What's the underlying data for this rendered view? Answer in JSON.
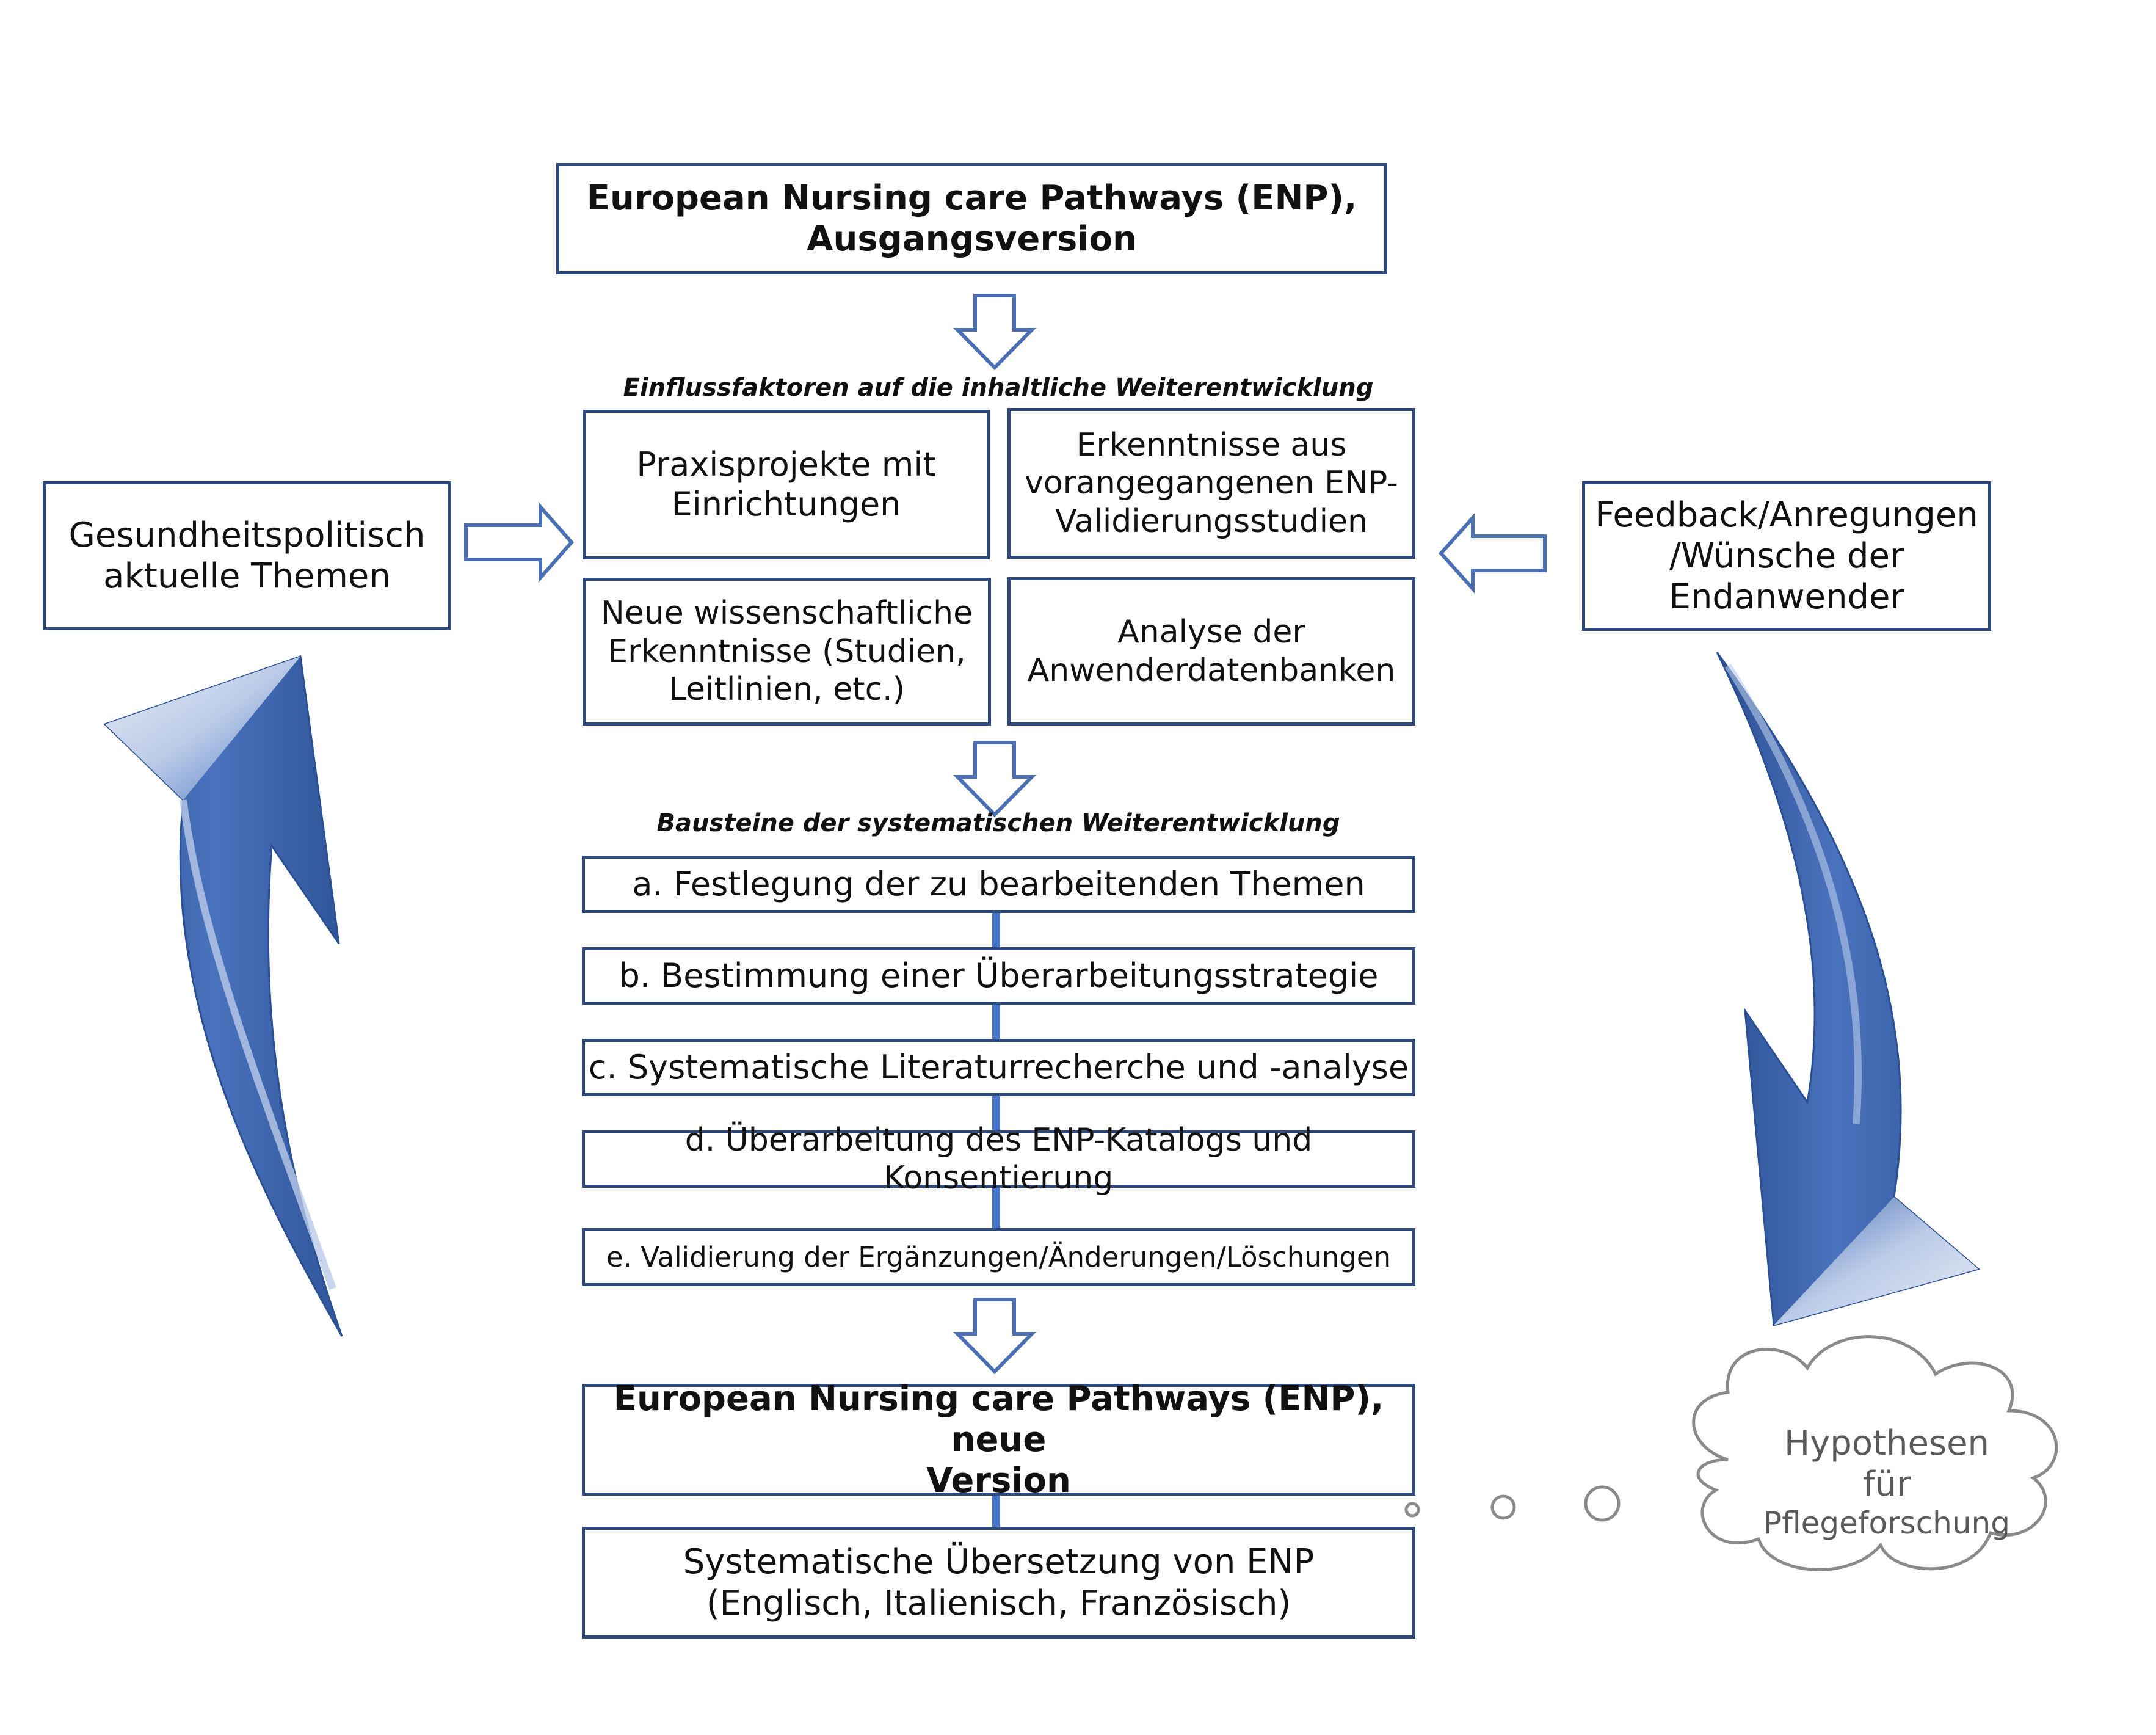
{
  "diagram": {
    "top_box": {
      "line1": "European Nursing care Pathways (ENP),",
      "line2": "Ausgangsversion"
    },
    "influence_label": "Einflussfaktoren auf die inhaltliche Weiterentwicklung",
    "influence_boxes": {
      "praxis": {
        "line1": "Praxisprojekte mit",
        "line2": "Einrichtungen"
      },
      "erkenntnisse": {
        "line1": "Erkenntnisse aus",
        "line2": "vorangegangenen ENP-",
        "line3": "Validierungsstudien"
      },
      "wissenschaft": {
        "line1": "Neue wissenschaftliche",
        "line2": "Erkenntnisse (Studien,",
        "line3": "Leitlinien, etc.)"
      },
      "analyse": {
        "line1": "Analyse der",
        "line2": "Anwenderdatenbanken"
      }
    },
    "left_box": {
      "line1": "Gesundheitspolitisch",
      "line2": "aktuelle Themen"
    },
    "right_box": {
      "line1": "Feedback/Anregungen",
      "line2": "/Wünsche der",
      "line3": "Endanwender"
    },
    "building_label": "Bausteine der systematischen Weiterentwicklung",
    "steps": {
      "a": "a. Festlegung der zu bearbeitenden Themen",
      "b": "b. Bestimmung einer Überarbeitungsstrategie",
      "c": "c. Systematische Literaturrecherche und -analyse",
      "d": "d. Überarbeitung des ENP-Katalogs und Konsentierung",
      "e": "e. Validierung der Ergänzungen/Änderungen/Löschungen"
    },
    "new_version_box": {
      "line1": "European Nursing care Pathways (ENP), neue",
      "line2": "Version"
    },
    "translation_box": {
      "line1": "Systematische Übersetzung von ENP",
      "line2": "(Englisch, Italienisch, Französisch)"
    },
    "cloud": {
      "line1": "Hypothesen",
      "line2": "für",
      "line3": "Pflegeforschung"
    }
  },
  "colors": {
    "box_border": "#2e4a7d",
    "connector": "#4472c4",
    "hollow_arrow": "#4a6fb5",
    "curved_arrow_fill": "#3f65ad",
    "cloud_stroke": "#8a8a8a",
    "cloud_text": "#5a5a5a"
  }
}
